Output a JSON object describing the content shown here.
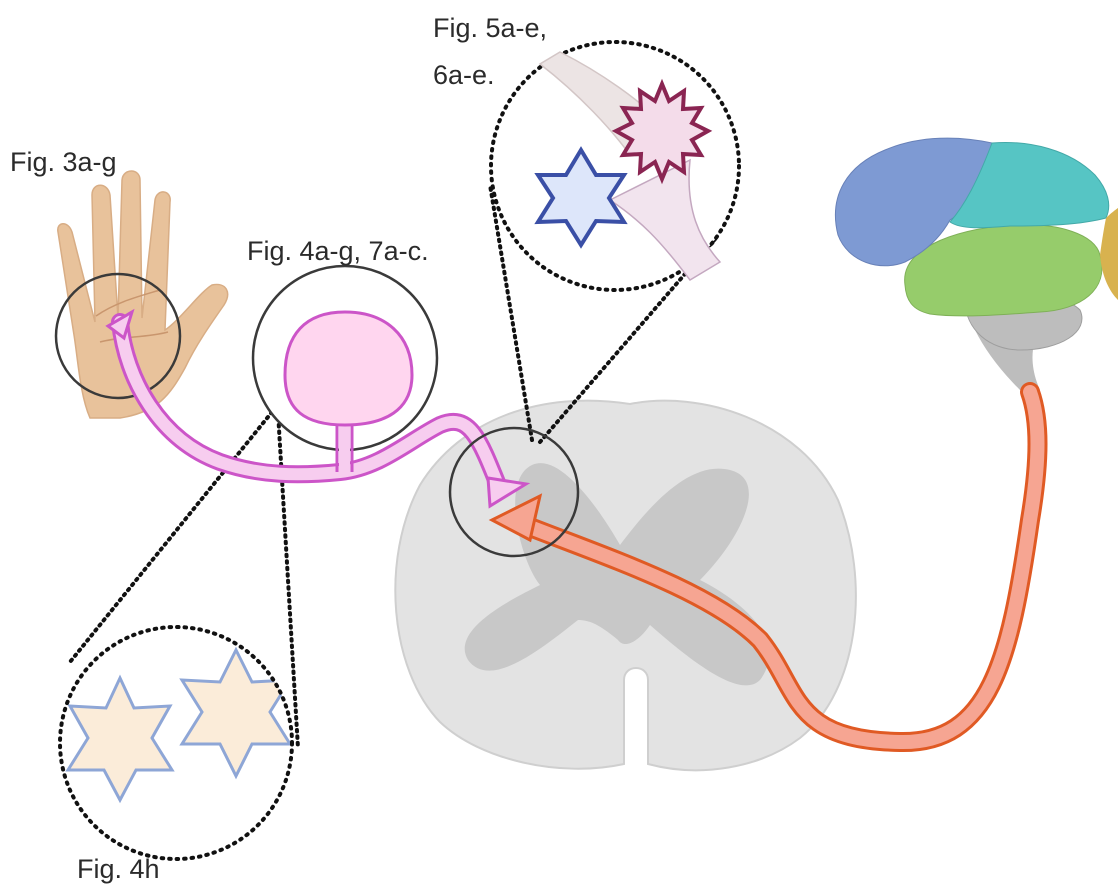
{
  "labels": {
    "fig_3": "Fig. 3a-g",
    "fig_4": "Fig. 4a-g, 7a-c.",
    "fig_4h": "Fig. 4h",
    "fig_5_line1": "Fig. 5a-e,",
    "fig_5_line2": "6a-e."
  },
  "icons": {
    "hand": "hand-palm-icon",
    "brain": "brain-icon",
    "spinal_cord": "spinal-cord-cross-section-icon",
    "drg_neuron": "drg-neuron-icon",
    "projection_neuron": "projection-neuron-icon",
    "star": "star-shape-icon",
    "burst": "burst-shape-icon"
  },
  "colors": {
    "primary_afferent": "#cc55c8",
    "primary_afferent_fill": "#f7cdef",
    "projection_neuron": "#e05a24",
    "projection_neuron_fill": "#f6a592",
    "spinal_white_matter": "#e3e3e3",
    "spinal_gray_matter": "#c8c8c8",
    "star_blue": "#3a4fa6",
    "burst_maroon": "#8a2552",
    "star_light": "#fbecd9",
    "brain_blue": "#7e9ad3",
    "brain_teal": "#56c5c4",
    "brain_green": "#96cc6b",
    "brain_orange": "#d8b24f",
    "brain_gray": "#bdbdbd"
  }
}
